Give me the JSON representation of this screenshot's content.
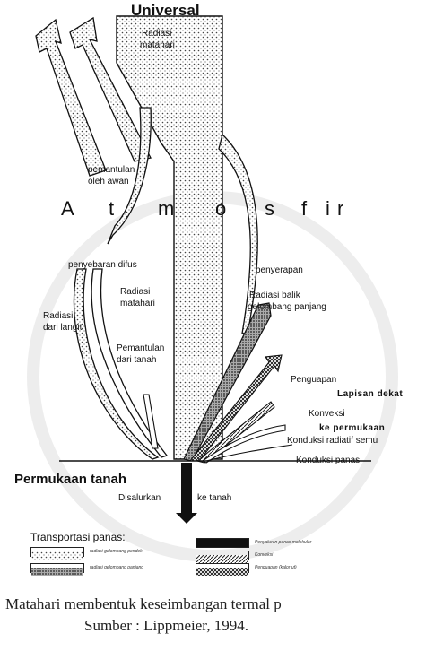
{
  "labels": {
    "universal": "Universal",
    "radiasi_matahari_top": [
      "Radiasi",
      "matahari"
    ],
    "pemantulan_awan": [
      "pemantulan",
      "oleh awan"
    ],
    "atmosfir": [
      "A",
      "t",
      "m",
      "o",
      "s",
      "f",
      "i",
      "r"
    ],
    "penyebaran_difus": "penyebaran difus",
    "penyerapan": "penyerapan",
    "radiasi_matahari_mid": [
      "Radiasi",
      "matahari"
    ],
    "radiasi_balik": [
      "Radiasi balik",
      "gelombang panjang"
    ],
    "radiasi_langit": [
      "Radiasi",
      "dari langit"
    ],
    "pemantulan_tanah": [
      "Pemantulan",
      "dari tanah"
    ],
    "penguapan": "Penguapan",
    "lapisan_dekat": "Lapisan dekat",
    "konveksi": "Konveksi",
    "ke_permukaan": "ke permukaan",
    "konduksi_radiatif": "Konduksi radiatif semu",
    "konduksi_panas": "Konduksi panas",
    "permukaan_tanah": "Permukaan tanah",
    "disalurkan": "Disalurkan",
    "ke_tanah": "ke tanah"
  },
  "legend": {
    "title": "Transportasi panas:",
    "items": [
      {
        "id": "sw",
        "text": "radiasi gelombang pendek",
        "fill": "dots"
      },
      {
        "id": "lw",
        "text": "radiasi gelombang panjang",
        "fill": "dense"
      },
      {
        "id": "cond",
        "text": "Penyaluran panas molekular",
        "fill": "black"
      },
      {
        "id": "conv",
        "text": "Konveksi",
        "fill": "hatch"
      },
      {
        "id": "evap",
        "text": "Penguapan (kalor ut)",
        "fill": "check"
      }
    ]
  },
  "caption": {
    "line1": "Matahari membentuk keseimbangan termal p",
    "line2": "Sumber : Lippmeier, 1994."
  },
  "colors": {
    "ink": "#111111",
    "dots": "#555555",
    "watermark": "#9aa0a6"
  }
}
